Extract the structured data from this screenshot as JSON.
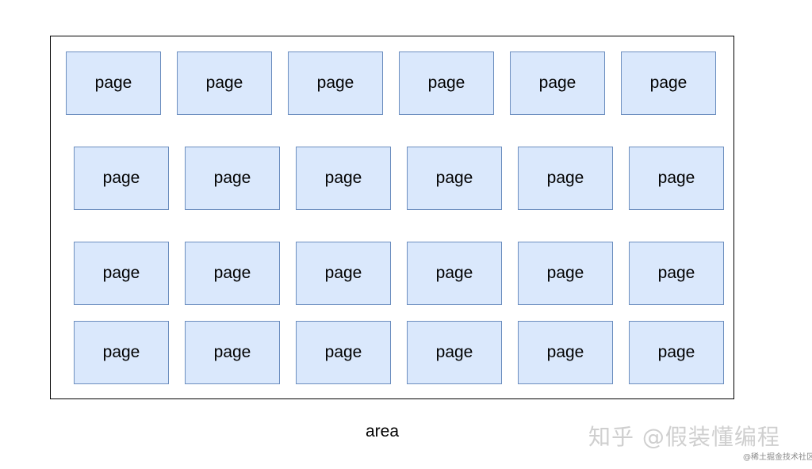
{
  "diagram": {
    "container_label": "area",
    "node_label": "page",
    "rows": [
      [
        "page",
        "page",
        "page",
        "page",
        "page",
        "page"
      ],
      [
        "page",
        "page",
        "page",
        "page",
        "page",
        "page"
      ],
      [
        "page",
        "page",
        "page",
        "page",
        "page",
        "page"
      ],
      [
        "page",
        "page",
        "page",
        "page",
        "page",
        "page"
      ]
    ],
    "colors": {
      "node_fill": "#dae8fc",
      "node_border": "#6c8ebf",
      "container_border": "#000000"
    }
  },
  "watermark": {
    "main": "知乎 @假装懂编程",
    "sub": "@稀土掘金技术社区"
  }
}
